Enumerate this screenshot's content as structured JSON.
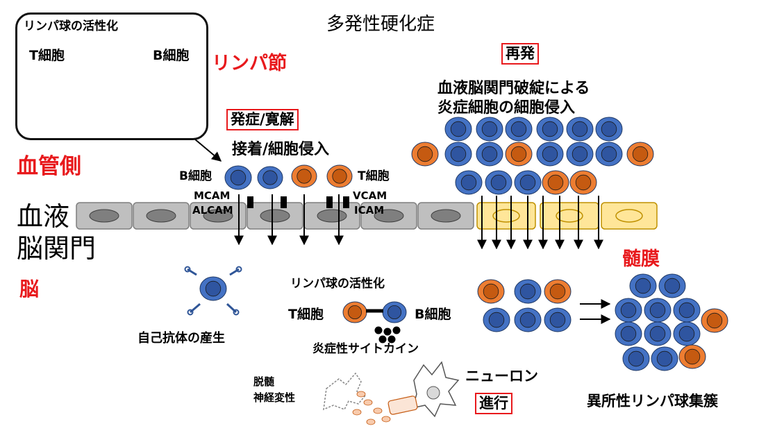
{
  "title": "多発性硬化症",
  "inset": {
    "heading": "リンパ球の活性化",
    "t_cell": "T細胞",
    "b_cell": "B細胞"
  },
  "labels": {
    "lymph_node": "リンパ節",
    "vessel_side": "血管側",
    "bbb_line1": "血液",
    "bbb_line2": "脳関門",
    "brain": "脳",
    "meninges": "髄膜"
  },
  "onset": {
    "tag": "発症/寛解",
    "subtitle": "接着/細胞侵入",
    "b_cell": "B細胞",
    "t_cell": "T細胞",
    "mcam": "MCAM",
    "alcam": "ALCAM",
    "vcam": "VCAM",
    "icam": "ICAM"
  },
  "relapse": {
    "tag": "再発",
    "line1": "血液脳関門破綻による",
    "line2": "炎症細胞の細胞侵入"
  },
  "brain_side": {
    "autoantibody": "自己抗体の産生",
    "activation_heading": "リンパ球の活性化",
    "t_cell": "T細胞",
    "b_cell": "B細胞",
    "cytokine": "炎症性サイトカイン",
    "demyelination_line1": "脱髄",
    "demyelination_line2": "神経変性",
    "neuron": "ニューロン",
    "progression_tag": "進行",
    "ectopic": "異所性リンパ球集簇"
  },
  "colors": {
    "b_cell_fill": "#4472c4",
    "b_cell_nucleus": "#2f55a0",
    "t_cell_fill": "#ed7d31",
    "t_cell_nucleus": "#c55a11",
    "endothelium_gray": "#bfbfbf",
    "endothelium_yellow": "#ffe699",
    "accent_red": "#e8191c"
  }
}
